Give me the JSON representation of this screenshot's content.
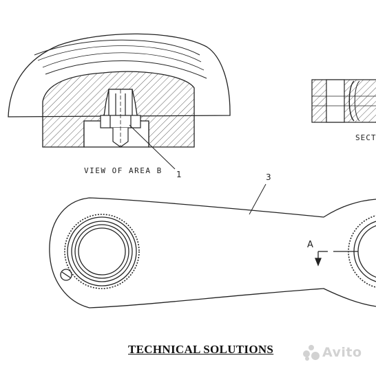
{
  "callouts": {
    "one": "1",
    "three": "3"
  },
  "labels": {
    "view_caption": "VIEW OF AREA B",
    "section_caption": "SECTI",
    "section_marker": "A"
  },
  "footer": {
    "title": "TECHNICAL SOLUTIONS"
  },
  "watermark": {
    "text": "Avito"
  }
}
